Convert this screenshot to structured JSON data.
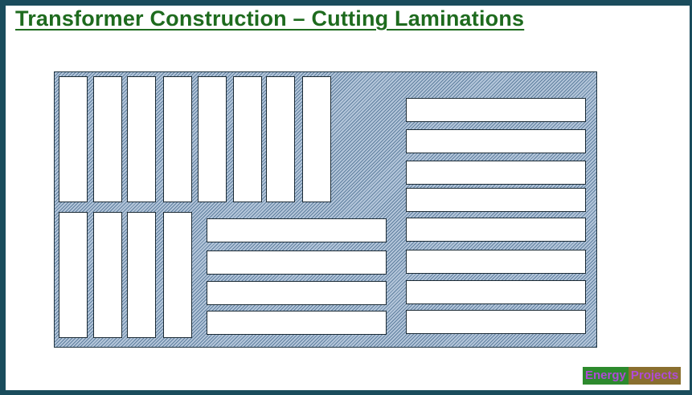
{
  "title": "Transformer Construction – Cutting Laminations",
  "logo": {
    "word1": "Energy",
    "word2": "Projects"
  },
  "diagram": {
    "sheet": "steel-sheet",
    "laminations": {
      "top_left_vertical_strips": 8,
      "bottom_left_vertical_strips": 4,
      "bottom_middle_horizontal_strips": 4,
      "right_horizontal_strips": 8
    }
  },
  "colors": {
    "title": "#1e6b1e",
    "frame": "#1a4c5c",
    "sheet_hatch": "#5f7f9f",
    "sheet_fill": "#b4c6da",
    "lamination_fill": "#ffffff",
    "logo_green": "#2d8a2d",
    "logo_brown": "#8a6f2f",
    "logo_text": "#b04ad8"
  }
}
